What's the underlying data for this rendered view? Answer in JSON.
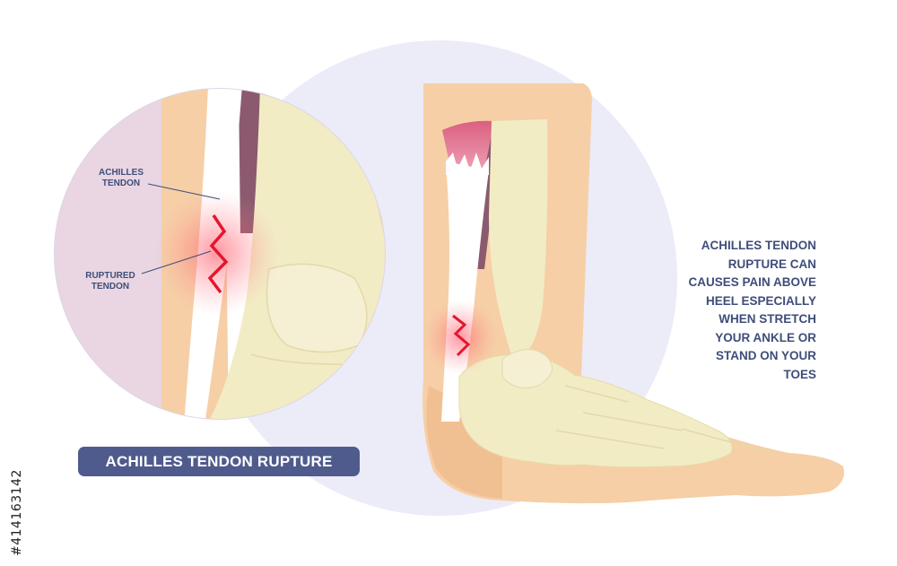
{
  "labels": {
    "achilles_tendon": "ACHILLES\nTENDON",
    "ruptured_tendon": "RUPTURED\nTENDON"
  },
  "side_text": "ACHILLES TENDON\nRUPTURE CAN\nCAUSES PAIN ABOVE\nHEEL ESPECIALLY\nWHEN STRETCH\nYOUR ANKLE OR\nSTAND ON YOUR\nTOES",
  "title": "ACHILLES TENDON RUPTURE",
  "stock_id": "#414163142",
  "colors": {
    "text": "#3f4d7a",
    "pill": "#4f5b8c",
    "backdrop_circle": "#ecebf8",
    "skin": "#f6cfa6",
    "skin_dark": "#f0b98a",
    "bone": "#f2ecc5",
    "tendon": "#ffffff",
    "muscle": "#8c5a6e",
    "muscle_pink": "#e07b98",
    "injury_red": "#e5162d"
  }
}
